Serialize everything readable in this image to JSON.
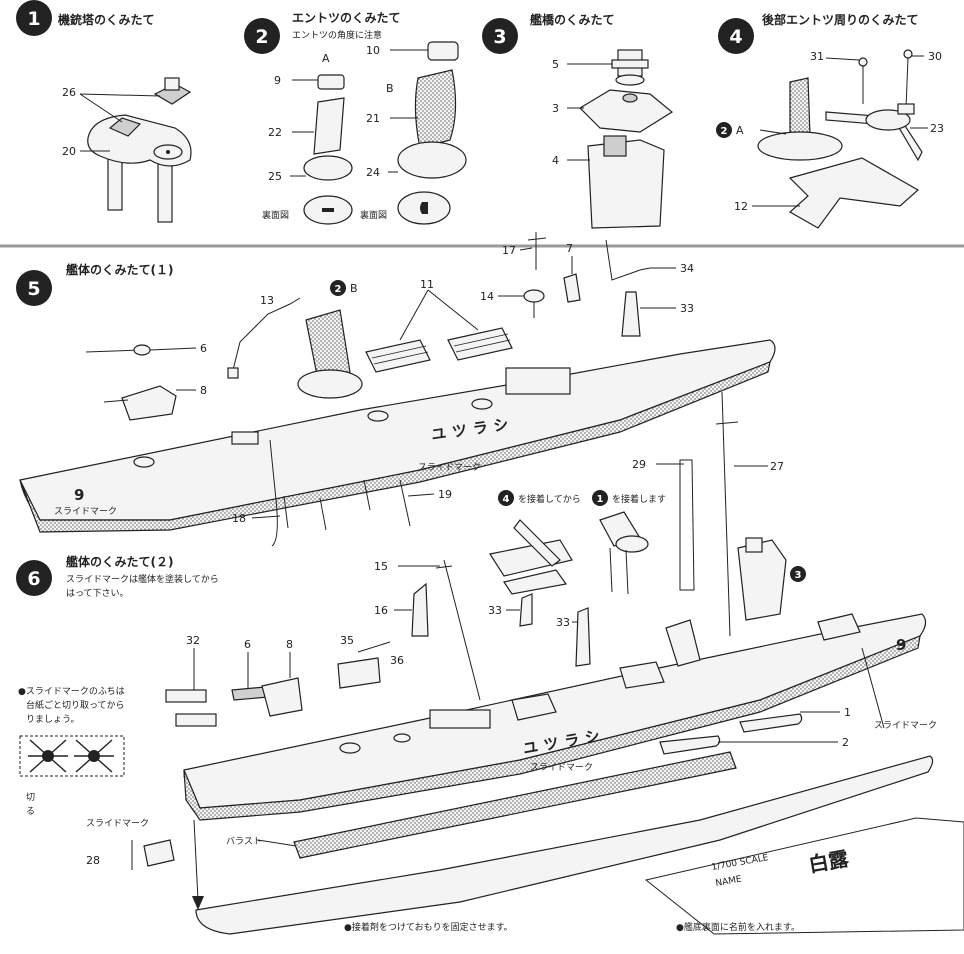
{
  "steps": [
    {
      "num": "1",
      "title": "機銃塔のくみたて"
    },
    {
      "num": "2",
      "title": "エントツのくみたて",
      "subtitle": "エントツの角度に注意"
    },
    {
      "num": "3",
      "title": "艦橋のくみたて"
    },
    {
      "num": "4",
      "title": "後部エントツ周りのくみたて"
    },
    {
      "num": "5",
      "title": "艦体のくみたて(１)"
    },
    {
      "num": "6",
      "title": "艦体のくみたて(２)",
      "note_line1": "スライドマークは艦体を塗装してから",
      "note_line2": "はって下さい。"
    }
  ],
  "step2": {
    "variant_a": "A",
    "variant_b": "B",
    "bottom_view": "裏面図"
  },
  "callouts": {
    "ref_2a": "2",
    "ref_2a_letter": "A",
    "ref_2b": "2",
    "ref_2b_letter": "B",
    "ref_3": "3",
    "ref_4": "4",
    "ref_1": "1"
  },
  "instructions": {
    "glue_4_first": "を接着してから",
    "glue_1_after": "を接着します",
    "slide_mark_edge_1": "●スライドマークのふちは",
    "slide_mark_edge_2": "台紙ごと切り取ってから",
    "slide_mark_edge_3": "りましょう。",
    "cut": "切",
    "cut2": "る",
    "fix_weight": "●接着剤をつけておもりを固定させます。",
    "name_bottom": "●艦底裏面に名前を入れます。"
  },
  "labels": {
    "slide_mark": "スライドマーク",
    "ballast": "バラスト",
    "hull_name": "ユツラシ",
    "hull_number": "9",
    "scale": "1/700 SCALE",
    "name": "NAME",
    "ship_name": "白露"
  },
  "part_numbers": {
    "p1_26": "26",
    "p1_20": "20",
    "p2_9": "9",
    "p2_22": "22",
    "p2_25": "25",
    "p2_10": "10",
    "p2_21": "21",
    "p2_24": "24",
    "p3_5": "5",
    "p3_3": "3",
    "p3_4": "4",
    "p4_31": "31",
    "p4_30": "30",
    "p4_23": "23",
    "p4_12": "12",
    "p5_17": "17",
    "p5_7": "7",
    "p5_34": "34",
    "p5_14": "14",
    "p5_33": "33",
    "p5_13": "13",
    "p5_11": "11",
    "p5_6": "6",
    "p5_8": "8",
    "p5_19": "19",
    "p5_18": "18",
    "p6_29": "29",
    "p6_27": "27",
    "p6_15": "15",
    "p6_16": "16",
    "p6_33a": "33",
    "p6_33b": "33",
    "p6_35": "35",
    "p6_36": "36",
    "p6_32": "32",
    "p6_6": "6",
    "p6_8": "8",
    "p6_1": "1",
    "p6_2": "2",
    "p6_28": "28"
  }
}
